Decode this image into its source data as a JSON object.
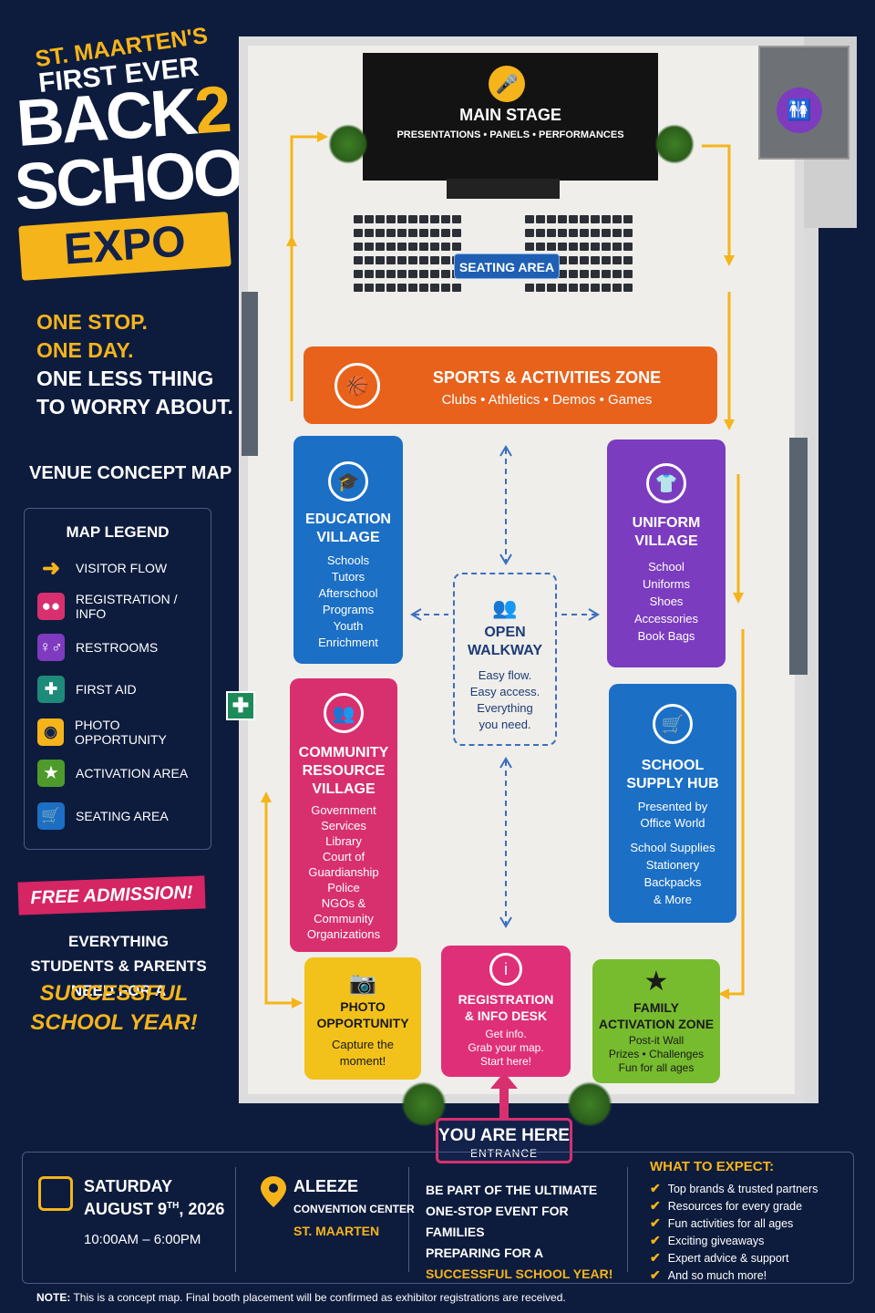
{
  "title": {
    "line1": "ST. MAARTEN'S",
    "line2": "FIRST EVER",
    "back": "BACK",
    "two": "2",
    "school": "SCHOOL",
    "expo": "EXPO"
  },
  "tagline": {
    "l1": "ONE STOP.",
    "l2": "ONE DAY.",
    "l3": "ONE LESS THING",
    "l4": "TO WORRY ABOUT."
  },
  "venue_title": "VENUE CONCEPT MAP",
  "legend": {
    "title": "MAP LEGEND",
    "items": [
      {
        "label": "VISITOR FLOW",
        "icon": "arrow-right-icon",
        "color": "#f5b41a"
      },
      {
        "label": "REGISTRATION / INFO",
        "icon": "people-icon",
        "color": "#d8306f"
      },
      {
        "label": "RESTROOMS",
        "icon": "restroom-icon",
        "color": "#7e3bbf"
      },
      {
        "label": "FIRST AID",
        "icon": "cross-icon",
        "color": "#1d8a7a"
      },
      {
        "label": "PHOTO OPPORTUNITY",
        "icon": "camera-icon",
        "color": "#f5b41a"
      },
      {
        "label": "ACTIVATION AREA",
        "icon": "star-icon",
        "color": "#4e9a2a"
      },
      {
        "label": "SEATING AREA",
        "icon": "cart-icon",
        "color": "#1b6fc4"
      }
    ]
  },
  "free_admission": "FREE ADMISSION!",
  "everything": "EVERYTHING STUDENTS & PARENTS NEED FOR A",
  "successful": "SUCCESSFUL SCHOOL YEAR!",
  "stage": {
    "title": "MAIN STAGE",
    "subtitle": "PRESENTATIONS • PANELS • PERFORMANCES"
  },
  "seating_label": "SEATING AREA",
  "zones": {
    "sports": {
      "title": "SPORTS & ACTIVITIES ZONE",
      "desc": "Clubs • Athletics • Demos • Games"
    },
    "edu": {
      "t1": "EDUCATION",
      "t2": "VILLAGE",
      "d": [
        "Schools",
        "Tutors",
        "Afterschool",
        "Programs",
        "Youth",
        "Enrichment"
      ]
    },
    "uniform": {
      "t1": "UNIFORM",
      "t2": "VILLAGE",
      "d": [
        "School",
        "Uniforms",
        "Shoes",
        "Accessories",
        "Book Bags"
      ]
    },
    "walkway": {
      "t1": "OPEN",
      "t2": "WALKWAY",
      "d": [
        "Easy flow.",
        "Easy access.",
        "Everything",
        "you need."
      ]
    },
    "community": {
      "t1": "COMMUNITY",
      "t2": "RESOURCE",
      "t3": "VILLAGE",
      "d": [
        "Government",
        "Services",
        "Library",
        "Court of",
        "Guardianship",
        "Police",
        "NGOs &",
        "Community",
        "Organizations"
      ]
    },
    "supply": {
      "t1": "SCHOOL",
      "t2": "SUPPLY HUB",
      "p1": "Presented by",
      "p2": "Office World",
      "d": [
        "School Supplies",
        "Stationery",
        "Backpacks",
        "& More"
      ]
    },
    "photo": {
      "t1": "PHOTO",
      "t2": "OPPORTUNITY",
      "d1": "Capture the",
      "d2": "moment!"
    },
    "registration": {
      "t1": "REGISTRATION",
      "t2": "& INFO DESK",
      "d": [
        "Get info.",
        "Grab your map.",
        "Start here!"
      ]
    },
    "family": {
      "t1": "FAMILY",
      "t2": "ACTIVATION ZONE",
      "d": [
        "Post-it Wall",
        "Prizes • Challenges",
        "Fun for all ages"
      ]
    }
  },
  "you_are_here": {
    "title": "YOU ARE HERE",
    "sub": "ENTRANCE"
  },
  "date": {
    "day": "SATURDAY",
    "full_pre": "AUGUST 9",
    "sup": "TH",
    "full_post": ", 2026",
    "time": "10:00AM – 6:00PM"
  },
  "location": {
    "name": "ALEEZE",
    "sub": "CONVENTION CENTER",
    "place": "ST. MAARTEN"
  },
  "promo": {
    "l1": "BE PART OF THE ULTIMATE",
    "l2": "ONE-STOP EVENT FOR FAMILIES",
    "l3": "PREPARING FOR A",
    "l4": "SUCCESSFUL SCHOOL YEAR!"
  },
  "expect": {
    "title": "WHAT TO EXPECT:",
    "items": [
      "Top brands & trusted partners",
      "Resources for every grade",
      "Fun activities for all ages",
      "Exciting giveaways",
      "Expert advice & support",
      "And so much more!"
    ]
  },
  "note": {
    "label": "NOTE:",
    "text": " This is a concept map. Final booth placement will be confirmed as exhibitor registrations are received."
  },
  "colors": {
    "accent": "#f5b41a",
    "navy": "#0d1b3d",
    "pink": "#d8306f"
  }
}
